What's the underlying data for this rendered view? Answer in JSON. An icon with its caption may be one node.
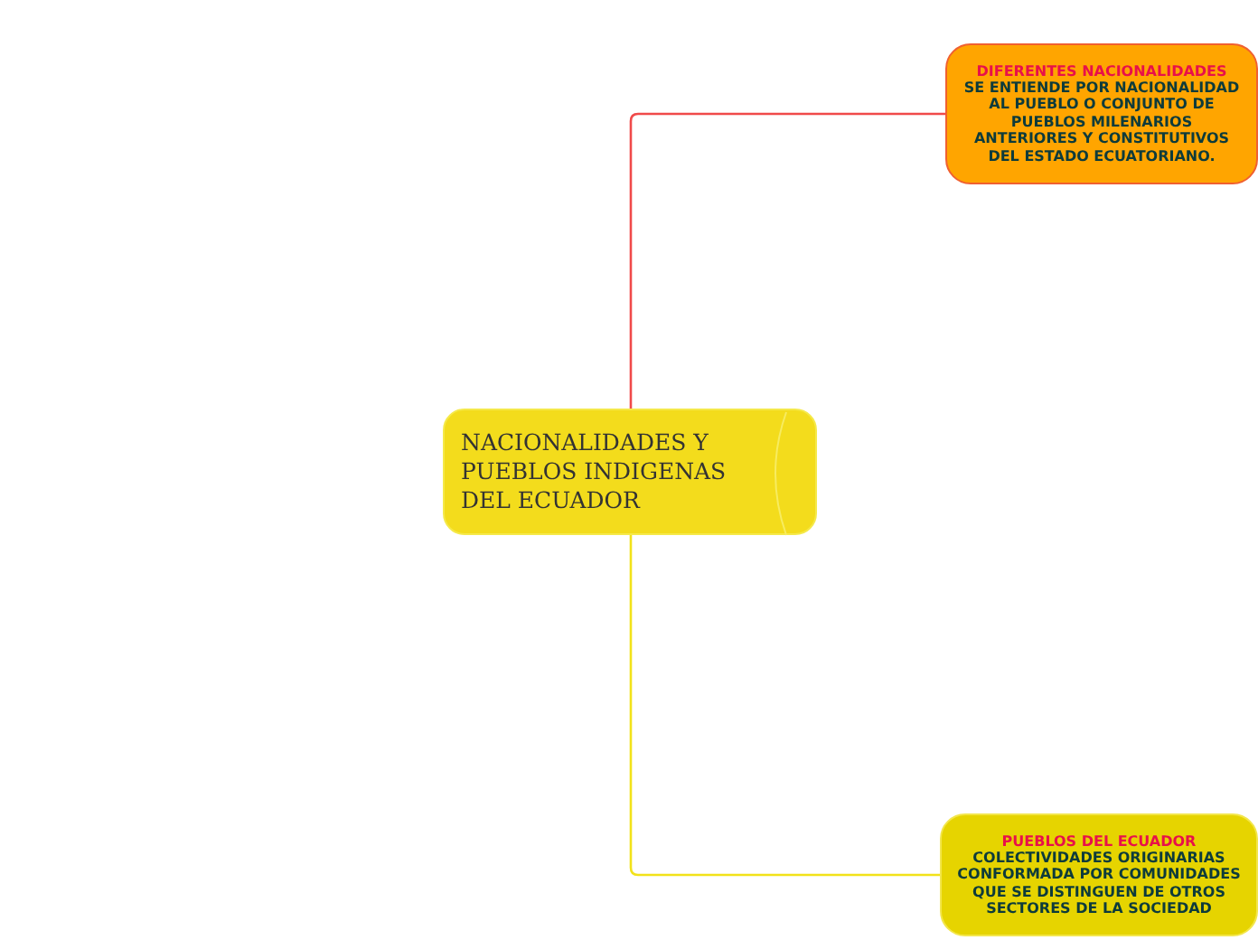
{
  "diagram": {
    "nodes": [
      {
        "text": [
          "NACIONALIDADES Y PUEBLOS INDIGENAS DEL ECUADOR"
        ]
      },
      {
        "text": [
          "DIFERENTES NACIONALIDADES",
          "SE ENTIENDE POR NACIONALIDAD AL PUEBLO O CONJUNTO DE PUEBLOS MILENARIOS ANTERIORES Y CONSTITUTIVOS DEL ESTADO ECUATORIANO."
        ]
      },
      {
        "text": [
          "PUEBLOS DEL ECUADOR",
          "COLECTIVIDADES ORIGINARIAS CONFORMADA POR COMUNIDADES QUE SE DISTINGUEN DE OTROS SECTORES DE LA SOCIEDAD"
        ]
      }
    ],
    "edges": [
      {
        "from": 0,
        "to": 1,
        "arrow": "none",
        "color": "#f04a4a"
      },
      {
        "from": 0,
        "to": 2,
        "arrow": "none",
        "color": "#f2e21a"
      }
    ]
  }
}
